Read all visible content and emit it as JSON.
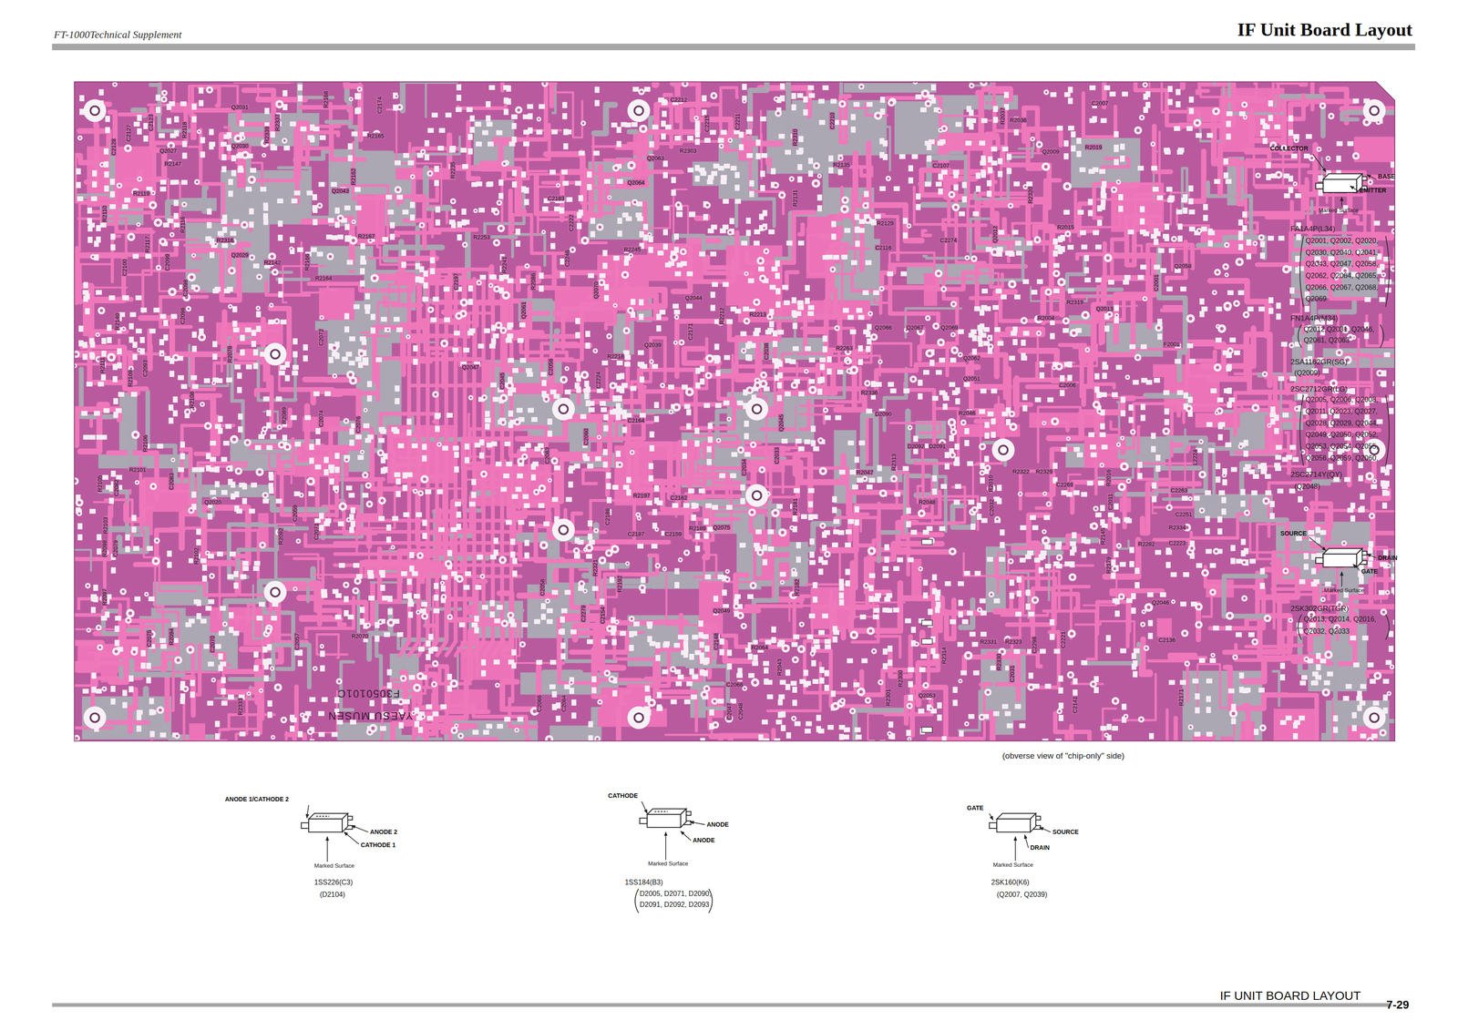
{
  "diagram": {
    "title": "IF Unit Board Layout",
    "caption": "(obverse view of \"chip-only\" side)",
    "labels": [
      "FT-1000Technical Supplement",
      "IF UNIT BOARD LAYOUT",
      "7-29",
      "COLLECTOR",
      "BASE",
      "EMITTER",
      "Marked Surface",
      "FA1A4P(L34)",
      "Q2001, Q2002, Q2020,",
      "Q2030, Q2040, Q2041,",
      "Q2043, Q2047, Q2058,",
      "Q2062, Q2064, Q2065,",
      "Q2066, Q2067, Q2068,",
      "Q2069",
      "FN1A4P(M34)",
      "Q2012,Q2031, Q2046,",
      "Q2061, Q2063",
      "2SA1162GR(SG)",
      "(Q2009)",
      "2SC2712GR(LG)",
      "Q2005, Q2006, Q2008,",
      "Q2011, Q2023, Q2027,",
      "Q2028, Q2029, Q2044,",
      "Q2049, Q2050, Q2052,",
      "Q2053, Q2054, Q2055,",
      "Q2056, Q2059, Q2060,",
      "2SC2714Y(QY)",
      "(Q2048)",
      "SOURCE",
      "DRAIN",
      "GATE",
      "Marked Surface",
      "2SK302GR(TGR)",
      "Q2013, Q2014, Q2016,",
      "Q2032, Q2033",
      "ANODE 1/CATHODE 2",
      "ANODE 2",
      "CATHODE 1",
      "Marked Surface",
      "1SS226(C3)",
      "(D2104)",
      "CATHODE",
      "ANODE",
      "ANODE",
      "Marked Surface",
      "1SS184(B3)",
      "D2005, D2071, D2090,",
      "D2091, D2092, D2093",
      "GATE",
      "SOURCE",
      "DRAIN",
      "Marked Surface",
      "2SK160(K6)",
      "(Q2007, Q2039)",
      "YAESU MUSEN",
      "F3050101C",
      "Q2031",
      "Q2030",
      "C2127",
      "C2128",
      "C2123",
      "Q2027",
      "R2147",
      "R2118",
      "R2119",
      "R2110",
      "R2117",
      "R2116",
      "C2100",
      "C2099",
      "C2098",
      "C2096",
      "R2140",
      "R2111",
      "R2109",
      "C2093",
      "R2108",
      "R2106",
      "R2105",
      "C2082",
      "R2101",
      "C2083",
      "Q2020",
      "R2103",
      "R2098",
      "R2097",
      "C2079",
      "R2102",
      "C2075",
      "R2094",
      "C2070",
      "R2333",
      "R2142",
      "R2165",
      "R2162",
      "R2339",
      "R2337",
      "R2166",
      "R2164",
      "R2167",
      "Q2029",
      "R2316",
      "R2168",
      "C2174",
      "Q2043",
      "R2078",
      "C2072",
      "R2089",
      "C2074",
      "C2076",
      "R2092",
      "C2059",
      "C2071",
      "R2070",
      "C2057",
      "C2212",
      "C2215",
      "C2211",
      "R2303",
      "Q2063",
      "Q2064",
      "C2183",
      "C2222",
      "R2245",
      "R2241",
      "R2253",
      "R2235",
      "C2197",
      "Q2047",
      "C2045",
      "C2246",
      "R2218",
      "Q2039",
      "Q2044",
      "C2171",
      "R2212",
      "R2213",
      "C2038",
      "C2033",
      "C2034",
      "Q2045",
      "C2164",
      "R2197",
      "C2162",
      "C2159",
      "R2189",
      "Q2075",
      "R2181",
      "R2182",
      "C2154",
      "R2192",
      "Q2049",
      "C2148",
      "R2064",
      "R2043",
      "C2068",
      "C2047",
      "C2048",
      "C2066",
      "C2064",
      "C2058",
      "C2279",
      "R2321",
      "C2187",
      "C2186",
      "Q2070",
      "C2224",
      "R2086",
      "Q2061",
      "C2056",
      "C2063",
      "C2060",
      "R2310",
      "C2210",
      "R2135",
      "R2131",
      "R2129",
      "C2116",
      "C2107",
      "C2274",
      "R2263",
      "Q2066",
      "Q2067",
      "Q2069",
      "Q2062",
      "Q2051",
      "R2336",
      "D2090",
      "R2046",
      "D2092",
      "D2091",
      "R2313",
      "R2047",
      "R2048",
      "R2314",
      "R2300",
      "R2301",
      "Q2053",
      "C2031",
      "R2331",
      "R2323",
      "R2330",
      "C2298",
      "C2221",
      "C2141",
      "R2179",
      "R2145",
      "C2007",
      "R2037",
      "R2036",
      "Q2009",
      "R2019",
      "Q2013",
      "R2319",
      "R2004",
      "C2001",
      "Q2058",
      "F2001",
      "C2006",
      "R2010",
      "C2032",
      "R2322",
      "R2329",
      "C2269",
      "C2011",
      "R2016",
      "C2263",
      "C2251",
      "R2334",
      "R2282",
      "C2223",
      "C2136",
      "R2171",
      "Q2046",
      "L2224",
      "Q2012",
      "R2320",
      "R2015"
    ]
  }
}
